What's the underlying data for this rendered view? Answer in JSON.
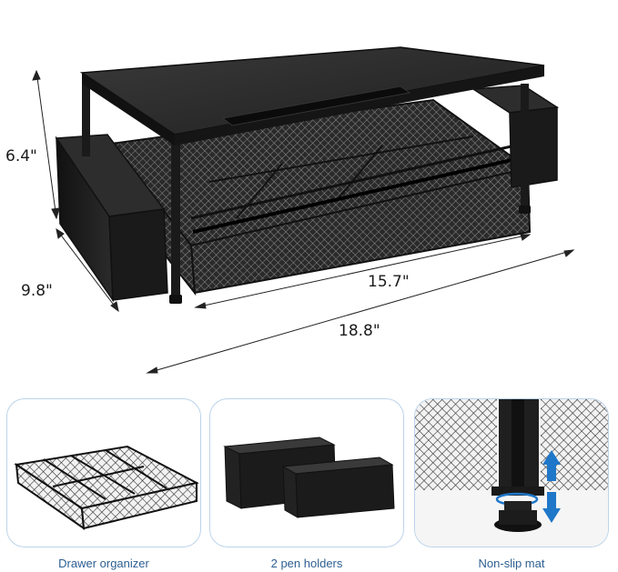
{
  "dimensions": {
    "height": "6.4\"",
    "depth": "9.8\"",
    "inner_width": "15.7\"",
    "total_width": "18.8\""
  },
  "features": [
    {
      "caption": "Drawer organizer",
      "icon": "drawer-organizer-photo"
    },
    {
      "caption": "2 pen holders",
      "icon": "pen-holders-photo"
    },
    {
      "caption": "Non-slip mat",
      "icon": "non-slip-foot-photo"
    }
  ],
  "colors": {
    "caption_text": "#2d5f92",
    "panel_border": "#bcd3ea",
    "arrow_blue": "#1f77c9",
    "product_black": "#1a1a1a"
  }
}
